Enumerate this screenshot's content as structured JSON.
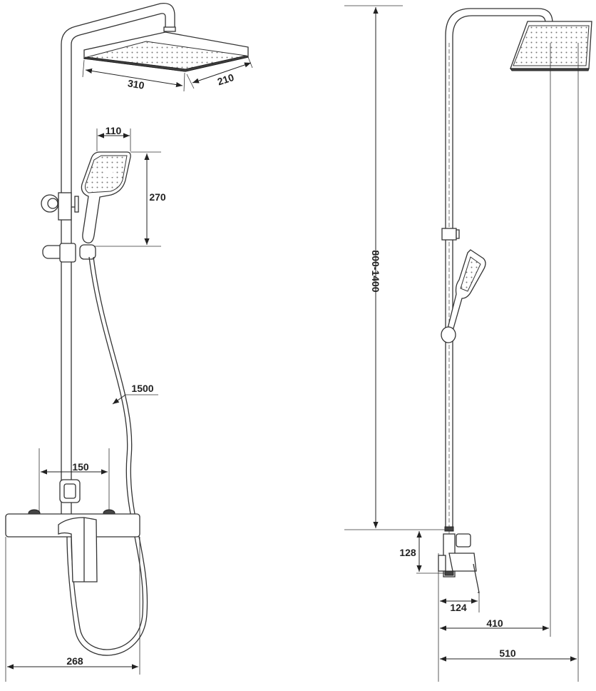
{
  "left_view": {
    "head_width": "310",
    "head_depth": "210",
    "hand_shower_width": "110",
    "hand_shower_height": "270",
    "hose_length": "1500",
    "inlet_spacing": "150",
    "mixer_width": "268"
  },
  "right_view": {
    "rail_height": "800-1400",
    "mixer_height": "128",
    "mixer_projection": "124",
    "head_center_projection": "410",
    "head_total_projection": "510"
  }
}
